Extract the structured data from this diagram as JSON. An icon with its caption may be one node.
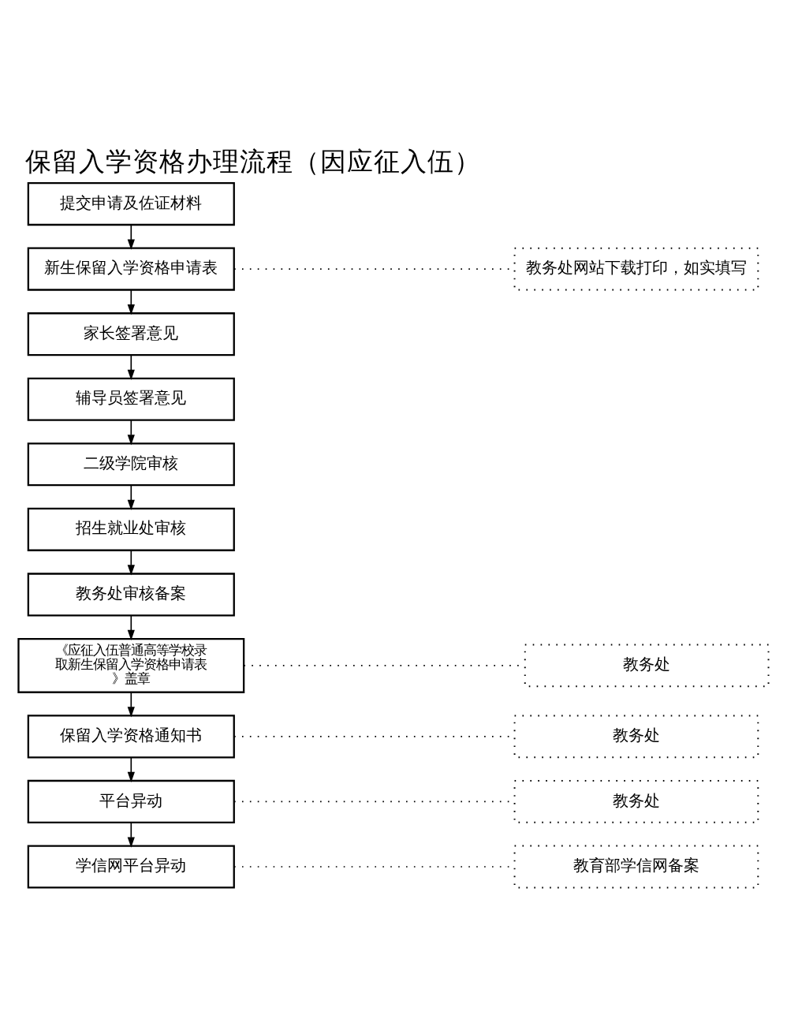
{
  "diagram": {
    "title": "保留入学资格办理流程（因应征入伍）",
    "nodes": [
      {
        "text": [
          "提交申请及佐证材料"
        ]
      },
      {
        "text": [
          "新生保留入学资格申请表"
        ]
      },
      {
        "text": [
          "教务处网站下载打印，如实填写"
        ]
      },
      {
        "text": [
          "家长签署意见"
        ]
      },
      {
        "text": [
          "辅导员签署意见"
        ]
      },
      {
        "text": [
          "二级学院审核"
        ]
      },
      {
        "text": [
          "招生就业处审核"
        ]
      },
      {
        "text": [
          "教务处审核备案"
        ]
      },
      {
        "text": [
          "《应征入伍普通高等学校录取新生保留入学资格申请表》盖章"
        ]
      },
      {
        "text": [
          "教务处"
        ]
      },
      {
        "text": [
          "保留入学资格通知书"
        ]
      },
      {
        "text": [
          "教务处"
        ]
      },
      {
        "text": [
          "平台异动"
        ]
      },
      {
        "text": [
          "教务处"
        ]
      },
      {
        "text": [
          "学信网平台异动"
        ]
      },
      {
        "text": [
          "教育部学信网备案"
        ]
      }
    ],
    "edges": [
      {
        "from": 0,
        "to": 1,
        "arrow": "to"
      },
      {
        "from": 1,
        "to": 2,
        "arrow": "none",
        "style": "dashed"
      },
      {
        "from": 1,
        "to": 3,
        "arrow": "to"
      },
      {
        "from": 3,
        "to": 4,
        "arrow": "to"
      },
      {
        "from": 4,
        "to": 5,
        "arrow": "to"
      },
      {
        "from": 5,
        "to": 6,
        "arrow": "to"
      },
      {
        "from": 6,
        "to": 7,
        "arrow": "to"
      },
      {
        "from": 7,
        "to": 8,
        "arrow": "to"
      },
      {
        "from": 8,
        "to": 9,
        "arrow": "none",
        "style": "dashed"
      },
      {
        "from": 8,
        "to": 10,
        "arrow": "to"
      },
      {
        "from": 10,
        "to": 11,
        "arrow": "none",
        "style": "dashed"
      },
      {
        "from": 10,
        "to": 12,
        "arrow": "to"
      },
      {
        "from": 12,
        "to": 13,
        "arrow": "none",
        "style": "dashed"
      },
      {
        "from": 12,
        "to": 14,
        "arrow": "to"
      },
      {
        "from": 14,
        "to": 15,
        "arrow": "none",
        "style": "dashed"
      }
    ]
  }
}
